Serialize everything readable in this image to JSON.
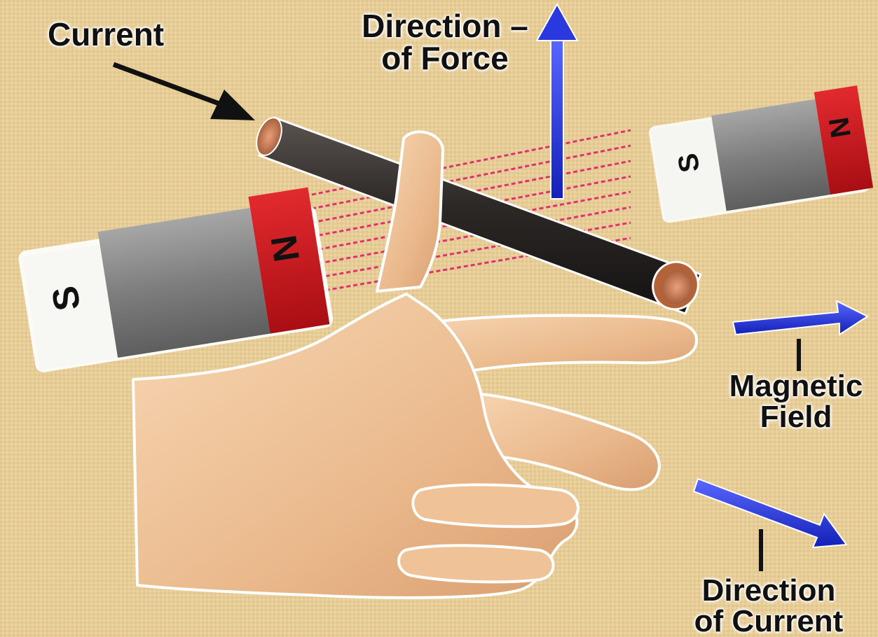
{
  "labels": {
    "current": "Current",
    "direction_of_force": [
      "Direction –",
      "of Force"
    ],
    "magnetic_field": [
      "Magnetic",
      "Field"
    ],
    "direction_of_current": [
      "Direction",
      "of Current"
    ]
  },
  "magnets": {
    "left": {
      "south_label": "S",
      "north_label": "N"
    },
    "right": {
      "south_label": "S",
      "north_label": "N"
    }
  },
  "colors": {
    "background": "#e6cc97",
    "arrow_blue": "#1f2fd8",
    "north_red": "#c8141c",
    "magnet_gray": "#8a8a8a",
    "field_lines": "#e0206e",
    "wire": "#2e2a28",
    "copper": "#c8784a",
    "skin": "#f2c9a0"
  }
}
